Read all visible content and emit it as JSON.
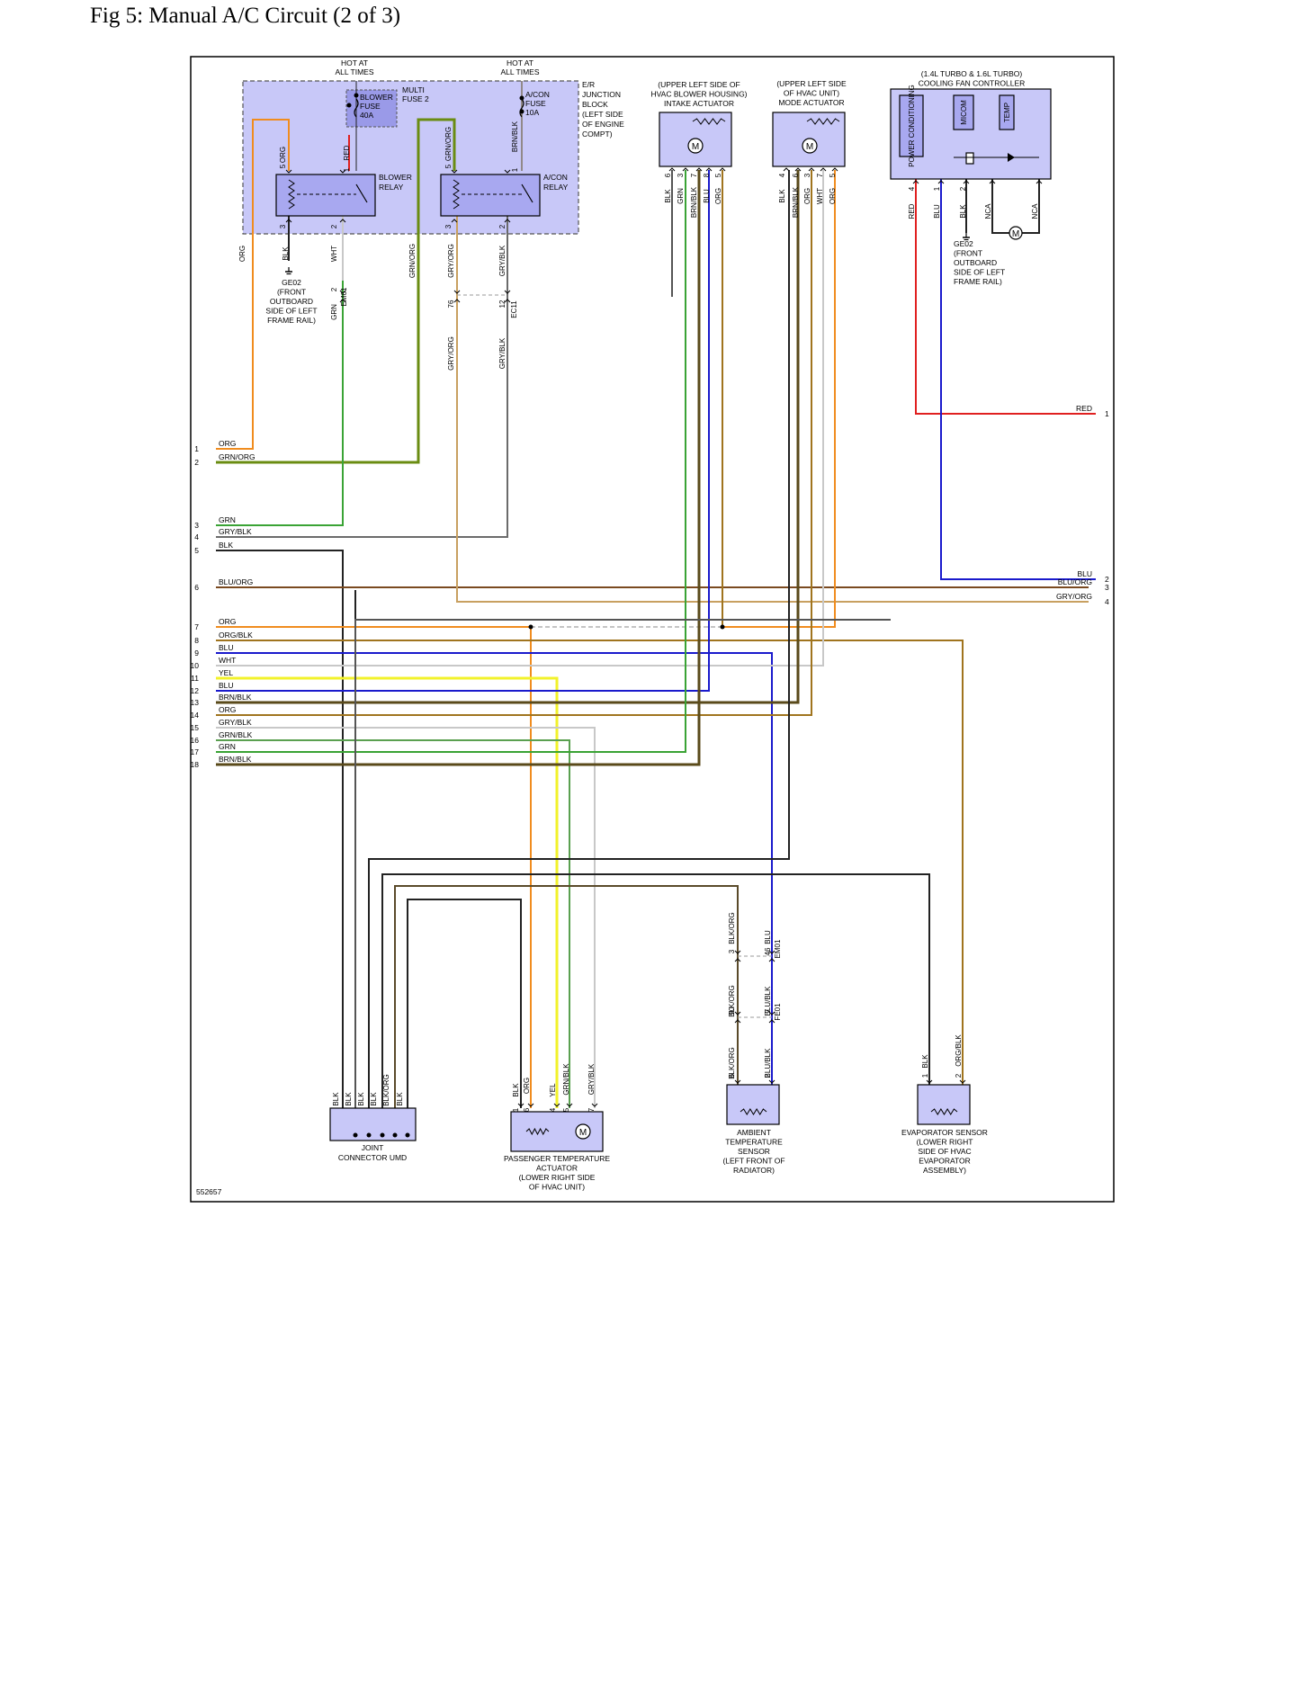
{
  "title": "Fig 5: Manual A/C Circuit (2 of 3)",
  "figure_id": "552657",
  "colors": {
    "ORG": "#f08c1e",
    "GRN": "#3aa335",
    "GRN/ORG": "#6a8c12",
    "GRY/BLK": "#6b6b6b",
    "BLK": "#222222",
    "BLU/ORG": "#7a4a20",
    "ORG/BLK": "#a0741e",
    "BLU": "#1a1acc",
    "WHT": "#c8c8c8",
    "YEL": "#f2f22a",
    "BRN/BLK": "#5a4a1a",
    "RED": "#e02020",
    "GRY/ORG": "#c8a060",
    "BLK/ORG": "#5a4a2a",
    "BLU/BLK": "#2a2a6a",
    "GRY": "#c8c8c8",
    "junction_block_fill": "#c8c8f8",
    "component_fill": "#a8a8f0"
  },
  "top": {
    "hot1": [
      "HOT AT",
      "ALL TIMES"
    ],
    "hot2": [
      "HOT AT",
      "ALL TIMES"
    ],
    "multi_fuse": [
      "MULTI",
      "FUSE 2"
    ],
    "blower_fuse": [
      "BLOWER",
      "FUSE",
      "40A"
    ],
    "acon_fuse": [
      "A/CON",
      "FUSE",
      "10A"
    ],
    "junction_block": [
      "E/R",
      "JUNCTION",
      "BLOCK",
      "(LEFT SIDE",
      "OF ENGINE",
      "COMPT)"
    ],
    "blower_relay": [
      "BLOWER",
      "RELAY"
    ],
    "acon_relay": [
      "A/CON",
      "RELAY"
    ],
    "intake_actuator": [
      "(UPPER LEFT SIDE OF",
      "HVAC BLOWER HOUSING)",
      "INTAKE ACTUATOR"
    ],
    "mode_actuator": [
      "(UPPER LEFT SIDE",
      "OF HVAC UNIT)",
      "MODE ACTUATOR"
    ],
    "fan_controller": [
      "(1.4L TURBO & 1.6L TURBO)",
      "COOLING FAN CONTROLLER"
    ],
    "power_cond": "POWER CONDITIONING",
    "micom": "MICOM",
    "temp": "TEMP",
    "ground1": [
      "GE02",
      "(FRONT",
      "OUTBOARD",
      "SIDE OF LEFT",
      "FRAME RAIL)"
    ],
    "ground2": [
      "GE02",
      "(FRONT",
      "OUTBOARD",
      "SIDE OF LEFT",
      "FRAME RAIL)"
    ],
    "connector_em61": "EM61",
    "connector_ec11": "EC11"
  },
  "left_pins": [
    {
      "n": "1",
      "label": "ORG"
    },
    {
      "n": "2",
      "label": "GRN/ORG"
    },
    {
      "n": "3",
      "label": "GRN"
    },
    {
      "n": "4",
      "label": "GRY/BLK"
    },
    {
      "n": "5",
      "label": "BLK"
    },
    {
      "n": "6",
      "label": "BLU/ORG"
    },
    {
      "n": "7",
      "label": "ORG"
    },
    {
      "n": "8",
      "label": "ORG/BLK"
    },
    {
      "n": "9",
      "label": "BLU"
    },
    {
      "n": "10",
      "label": "WHT"
    },
    {
      "n": "11",
      "label": "YEL"
    },
    {
      "n": "12",
      "label": "BLU"
    },
    {
      "n": "13",
      "label": "BRN/BLK"
    },
    {
      "n": "14",
      "label": "ORG"
    },
    {
      "n": "15",
      "label": "GRY/BLK"
    },
    {
      "n": "16",
      "label": "GRN/BLK"
    },
    {
      "n": "17",
      "label": "GRN"
    },
    {
      "n": "18",
      "label": "BRN/BLK"
    }
  ],
  "right_pins": [
    {
      "n": "1",
      "label": "RED"
    },
    {
      "n": "2",
      "label": "BLU"
    },
    {
      "n": "3",
      "label": "BLU/ORG"
    },
    {
      "n": "4",
      "label": "GRY/ORG"
    }
  ],
  "bottom": {
    "joint": [
      "JOINT",
      "CONNECTOR UMD"
    ],
    "passenger": [
      "PASSENGER TEMPERATURE",
      "ACTUATOR",
      "(LOWER RIGHT SIDE",
      "OF HVAC UNIT)"
    ],
    "ambient": [
      "AMBIENT",
      "TEMPERATURE",
      "SENSOR",
      "(LEFT FRONT OF",
      "RADIATOR)"
    ],
    "evaporator": [
      "EVAPORATOR SENSOR",
      "(LOWER RIGHT",
      "SIDE OF HVAC",
      "EVAPORATOR",
      "ASSEMBLY)"
    ],
    "connector_em01": "EM01",
    "connector_fe01": "FE01"
  },
  "wire_labels": [
    "ORG",
    "RED",
    "GRN/ORG",
    "BRN/BLK",
    "BLK",
    "WHT",
    "GRN/ORG",
    "GRY/ORG",
    "GRY/BLK",
    "ORG",
    "GRN",
    "GRY/ORG",
    "GRY/BLK",
    "BLK",
    "GRN",
    "BRN/BLK",
    "BLU",
    "ORG",
    "BLK",
    "BRN/BLK",
    "ORG",
    "WHT",
    "ORG",
    "RED",
    "BLU",
    "BLK",
    "NCA",
    "NCA",
    "BLK/ORG",
    "BLU",
    "BLK/ORG",
    "BLU/BLK",
    "BLK/ORG",
    "BLU/BLK",
    "BLK",
    "ORG/BLK",
    "BLK",
    "BLK",
    "BLK",
    "BLK",
    "BLK/ORG",
    "BLK",
    "BLK",
    "ORG",
    "YEL",
    "GRN/BLK",
    "GRY/BLK"
  ],
  "pin_numbers": [
    "5",
    "1",
    "5",
    "1",
    "3",
    "2",
    "3",
    "2",
    "2",
    "76",
    "12",
    "6",
    "3",
    "7",
    "8",
    "5",
    "4",
    "6",
    "3",
    "7",
    "5",
    "4",
    "1",
    "2",
    "3",
    "46",
    "90",
    "7",
    "6",
    "2",
    "1",
    "2",
    "1",
    "6",
    "4",
    "5",
    "7",
    "3"
  ]
}
